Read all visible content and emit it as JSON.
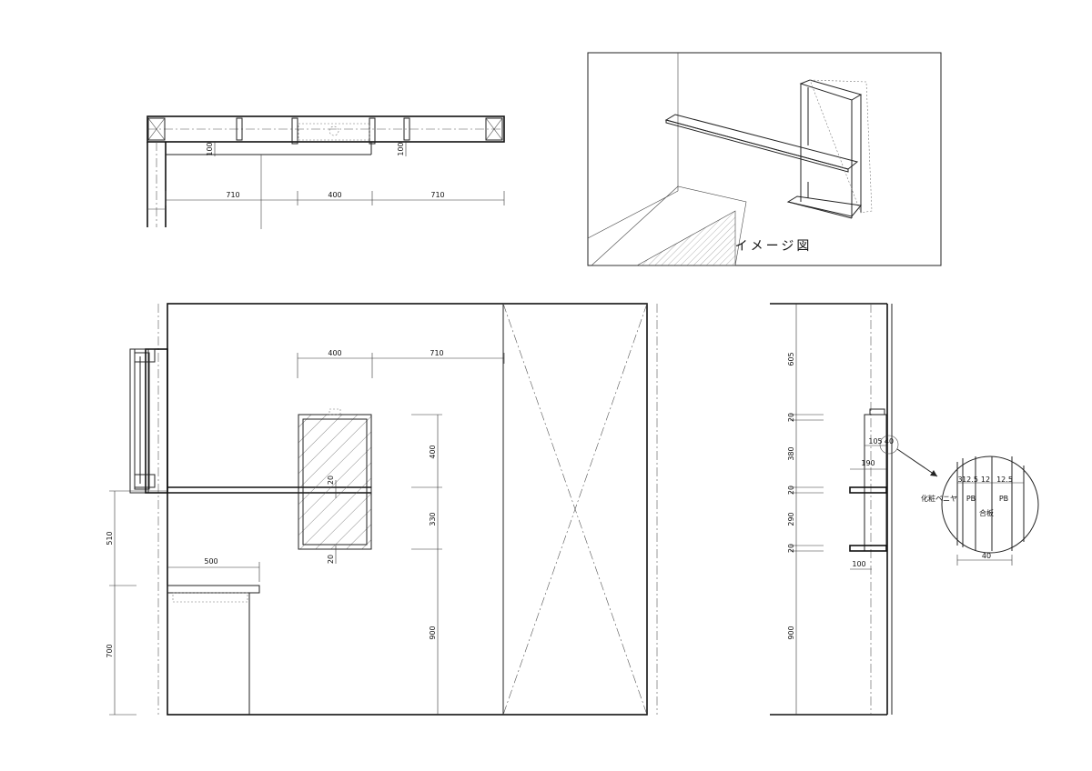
{
  "plan": {
    "dims": [
      "710",
      "400",
      "710"
    ],
    "offsets": [
      "100",
      "100"
    ]
  },
  "image_view": {
    "caption": "イメージ図"
  },
  "elevation": {
    "top_dims": [
      "400",
      "710"
    ],
    "shelf_dims": [
      "400",
      "20",
      "330",
      "20"
    ],
    "floor_dim": "900",
    "counter_width": "500",
    "left_dims": [
      "510",
      "700"
    ]
  },
  "section": {
    "vertical_dims": [
      "605",
      "20",
      "380",
      "20",
      "290",
      "20",
      "900"
    ],
    "depths": [
      "105",
      "40",
      "190",
      "100"
    ]
  },
  "detail": {
    "layers": [
      "3",
      "12.5",
      "12",
      "12.5"
    ],
    "labels": [
      "化粧ベニヤ",
      "PB",
      "PB",
      "合板"
    ],
    "width": "40"
  }
}
